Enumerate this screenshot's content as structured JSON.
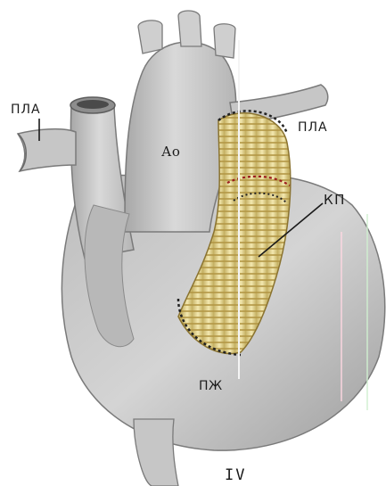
{
  "labels": {
    "pla_left": "ПЛА",
    "pla_right": "ПЛА",
    "aorta": "Ао",
    "conduit": "КП",
    "right_ventricle": "ПЖ",
    "figure_number": "IV"
  },
  "colors": {
    "background": "#ffffff",
    "heart_tissue": "#c9c9c9",
    "heart_shadow": "#8f8f8f",
    "conduit": "#e8dc9a",
    "conduit_ring": "#b79b4a",
    "suture": "#222222",
    "suture_red": "#9c1c1c"
  }
}
